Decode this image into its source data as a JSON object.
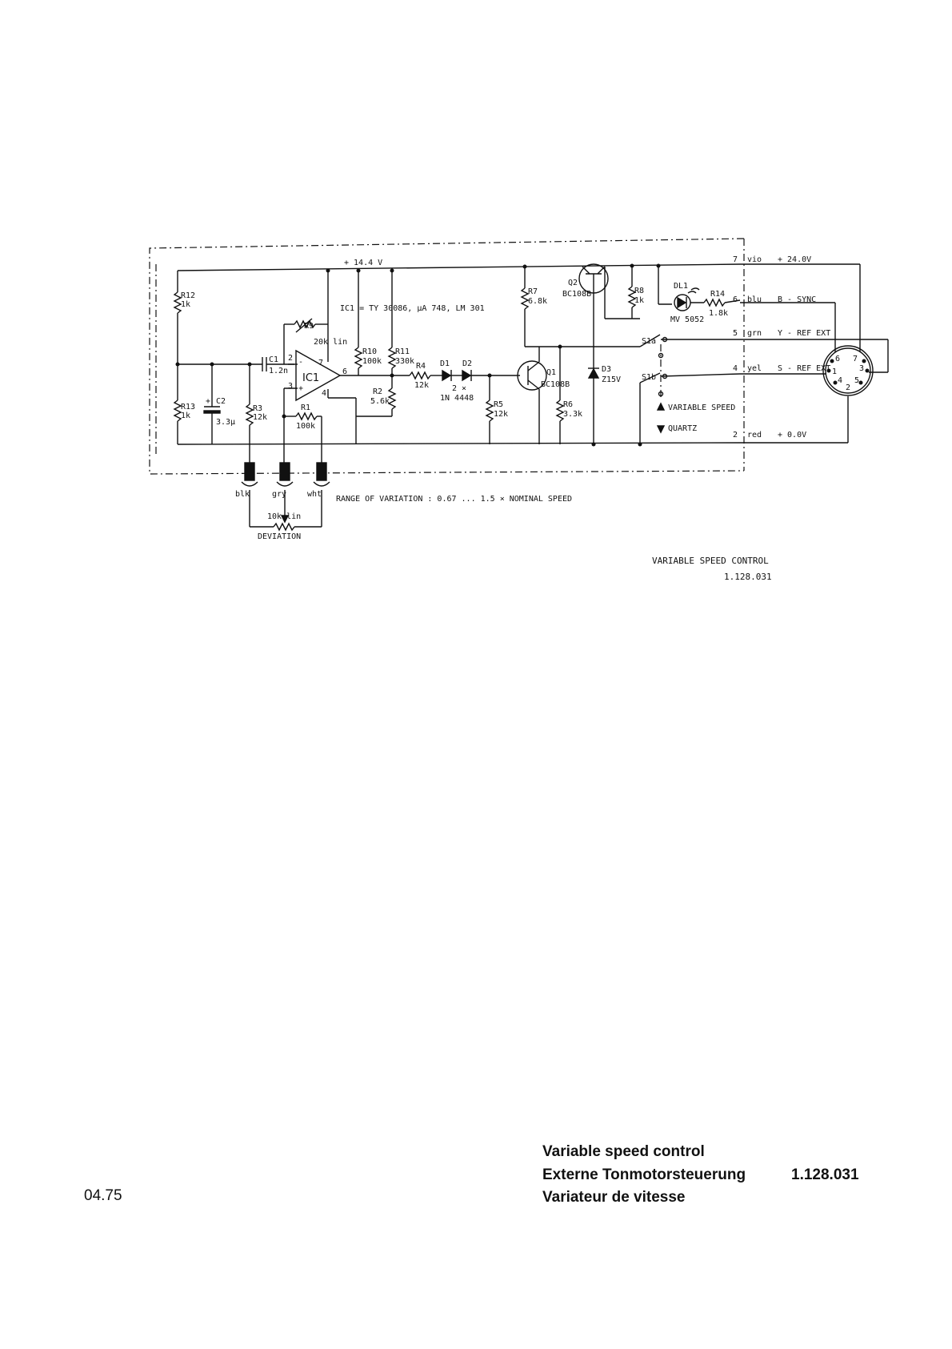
{
  "schematic": {
    "supply": "+ 14.4 V",
    "ic_note": "IC1 = TY 30086, µA 748, LM 301",
    "ic": "IC1",
    "range_note": "RANGE OF VARIATION : 0.67 ... 1.5 × NOMINAL SPEED",
    "components": {
      "R12": "R12",
      "R12v": "1k",
      "R13": "R13",
      "R13v": "1k",
      "C2": "C2",
      "C2v": "3.3µ",
      "R3": "R3",
      "R3v": "12k",
      "C1": "C1",
      "C1v": "1.2n",
      "R9": "R9",
      "R9v": "20k lin",
      "R1": "R1",
      "R1v": "100k",
      "R10": "R10",
      "R10v": "100k",
      "R11": "R11",
      "R11v": "330k",
      "R2": "R2",
      "R2v": "5.6k",
      "R4": "R4",
      "R4v": "12k",
      "D1": "D1",
      "D2": "D2",
      "D12v": "2 ×",
      "D12t": "1N 4448",
      "R5": "R5",
      "R5v": "12k",
      "Q1": "Q1",
      "Q1v": "BC108B",
      "R6": "R6",
      "R6v": "3.3k",
      "R7": "R7",
      "R7v": "6.8k",
      "Q2": "Q2",
      "Q2v": "BC108B",
      "D3": "D3",
      "D3v": "Z15V",
      "R8": "R8",
      "R8v": "1k",
      "DL1": "DL1",
      "DL1v": "MV 5052",
      "R14": "R14",
      "R14v": "1.8k",
      "S1a": "S1a",
      "S1b": "S1b",
      "var_speed": "VARIABLE SPEED",
      "quartz": "QUARTZ"
    },
    "pins": [
      {
        "num": "7",
        "color": "vio",
        "signal": "+ 24.0V"
      },
      {
        "num": "6",
        "color": "blu",
        "signal": "B - SYNC"
      },
      {
        "num": "5",
        "color": "grn",
        "signal": "Y - REF EXT"
      },
      {
        "num": "4",
        "color": "yel",
        "signal": "S - REF EXT"
      },
      {
        "num": "2",
        "color": "red",
        "signal": "+ 0.0V"
      }
    ],
    "connector_pins": [
      "6",
      "7",
      "1",
      "3",
      "4",
      "5",
      "2"
    ],
    "plugs": [
      "blk",
      "gry",
      "wht"
    ],
    "pot": "10k lin",
    "pot_label": "DEVIATION"
  },
  "caption": {
    "title": "VARIABLE SPEED CONTROL",
    "number": "1.128.031"
  },
  "footer": {
    "date": "04.75",
    "title_en": "Variable speed control",
    "title_de": "Externe Tonmotorsteuerung",
    "title_fr": "Variateur de vitesse",
    "doc_number": "1.128.031"
  }
}
